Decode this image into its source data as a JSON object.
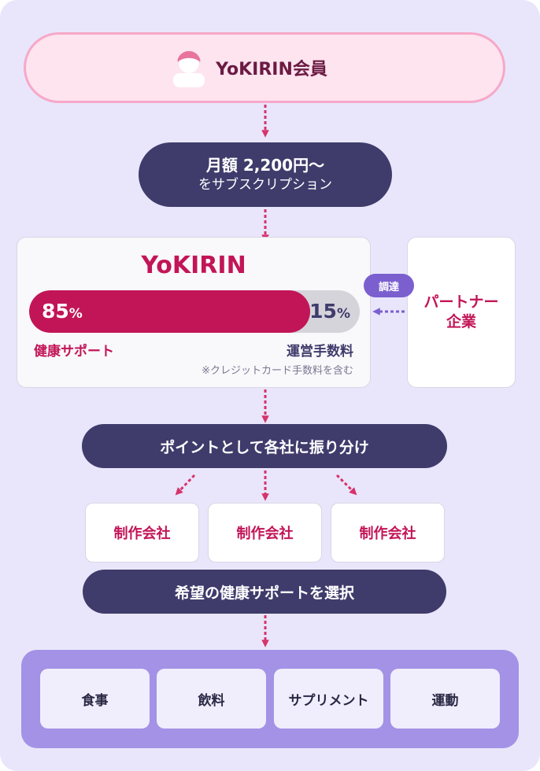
{
  "member": {
    "label": "YoKIRIN会員",
    "icon": "person-icon"
  },
  "subscription": {
    "line1": "月額 2,200円〜",
    "line2": "をサブスクリプション"
  },
  "yokirin": {
    "title": "YoKIRIN",
    "split": {
      "health_share_percent": 85,
      "fee_share_percent": 15
    },
    "health_value": "85",
    "fee_value": "15",
    "percent_sign": "%",
    "health_label": "健康サポート",
    "fee_label": "運営手数料",
    "fee_note": "※クレジットカード手数料を含む"
  },
  "partner": {
    "line1": "パートナー",
    "line2": "企業",
    "procure_label": "調達"
  },
  "distribute_label": "ポイントとして各社に振り分け",
  "companies": [
    "制作会社",
    "制作会社",
    "制作会社"
  ],
  "choose_label": "希望の健康サポートを選択",
  "options": [
    "食事",
    "飲料",
    "サプリメント",
    "運動"
  ],
  "colors": {
    "background": "#e9e6fb",
    "pill": "#3f3c6c",
    "accent": "#c21557",
    "arrow": "#d6336c",
    "partner_arrow": "#7b5fcf",
    "options_panel": "#a392e6"
  }
}
